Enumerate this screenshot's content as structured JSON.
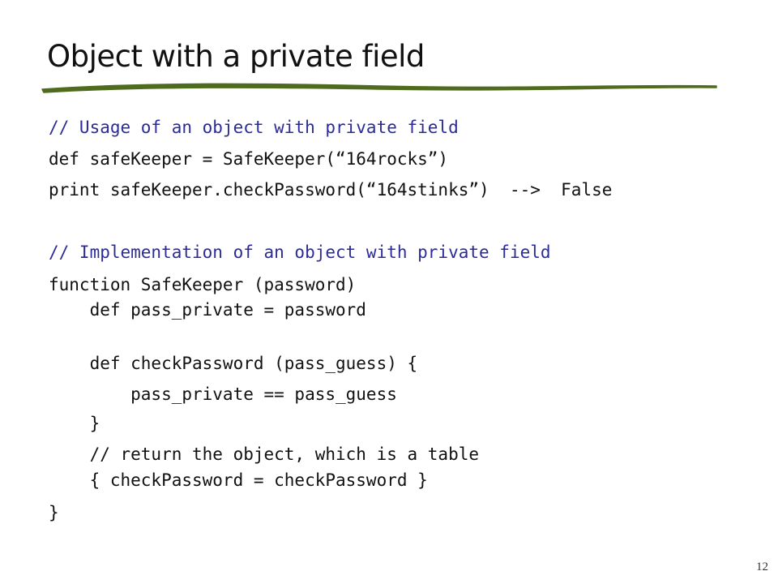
{
  "slide": {
    "title": "Object with a private field",
    "page_number": "12",
    "colors": {
      "accent_underline": "#4e6b1e",
      "comment": "#2b2b9a",
      "text": "#111111"
    }
  },
  "code": {
    "lines": [
      "// Usage of an object with private field",
      "def safeKeeper = SafeKeeper(“164rocks”)",
      "print safeKeeper.checkPassword(“164stinks”)  -->  False",
      "// Implementation of an object with private field",
      "function SafeKeeper (password)",
      "    def pass_private = password",
      "    def checkPassword (pass_guess) {",
      "        pass_private == pass_guess",
      "    }",
      "    // return the object, which is a table",
      "    { checkPassword = checkPassword }",
      "}"
    ]
  }
}
